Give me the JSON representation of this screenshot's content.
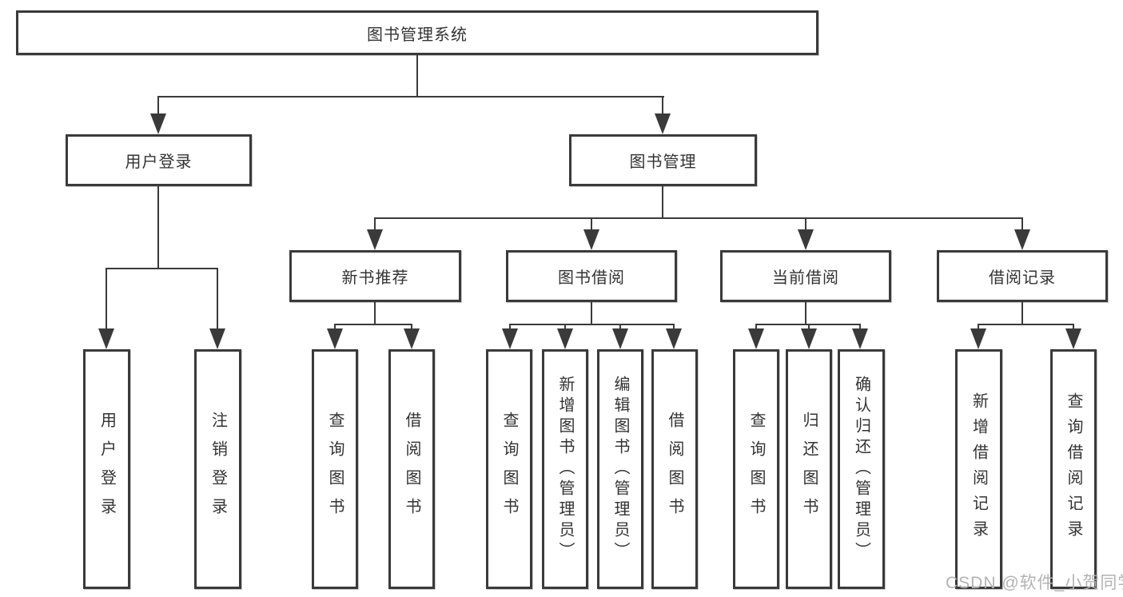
{
  "diagram": {
    "title_node": {
      "label": "图书管理系统"
    },
    "level2": [
      {
        "id": "user-login",
        "label": "用户登录",
        "parent": "root"
      },
      {
        "id": "book-management",
        "label": "图书管理",
        "parent": "root"
      }
    ],
    "level3": [
      {
        "id": "new-book-recommend",
        "label": "新书推荐",
        "parent": "book-management"
      },
      {
        "id": "book-borrow",
        "label": "图书借阅",
        "parent": "book-management"
      },
      {
        "id": "current-borrow",
        "label": "当前借阅",
        "parent": "book-management"
      },
      {
        "id": "borrow-records",
        "label": "借阅记录",
        "parent": "book-management"
      }
    ],
    "leaves": [
      {
        "id": "user-login-leaf",
        "label": "用户登录",
        "parent": "user-login"
      },
      {
        "id": "logout",
        "label": "注销登录",
        "parent": "user-login"
      },
      {
        "id": "query-books-recommend",
        "label": "查询图书",
        "parent": "new-book-recommend"
      },
      {
        "id": "borrow-books-recommend",
        "label": "借阅图书",
        "parent": "new-book-recommend"
      },
      {
        "id": "query-books-borrow",
        "label": "查询图书",
        "parent": "book-borrow"
      },
      {
        "id": "add-books-admin",
        "label": "新增图书（管理员）",
        "parent": "book-borrow"
      },
      {
        "id": "edit-books-admin",
        "label": "编辑图书（管理员）",
        "parent": "book-borrow"
      },
      {
        "id": "borrow-books",
        "label": "借阅图书",
        "parent": "book-borrow"
      },
      {
        "id": "query-books-current",
        "label": "查询图书",
        "parent": "current-borrow"
      },
      {
        "id": "return-books",
        "label": "归还图书",
        "parent": "current-borrow"
      },
      {
        "id": "confirm-return-admin",
        "label": "确认归还（管理员）",
        "parent": "current-borrow"
      },
      {
        "id": "add-borrow-record",
        "label": "新增借阅记录",
        "parent": "borrow-records"
      },
      {
        "id": "query-borrow-record",
        "label": "查询借阅记录",
        "parent": "borrow-records"
      }
    ]
  },
  "watermark": {
    "text": "CSDN @软件_小贺同学"
  },
  "colors": {
    "line": "#3a3a3a",
    "text": "#333333",
    "background": "#ffffff",
    "watermark": "#b3b3b3"
  }
}
